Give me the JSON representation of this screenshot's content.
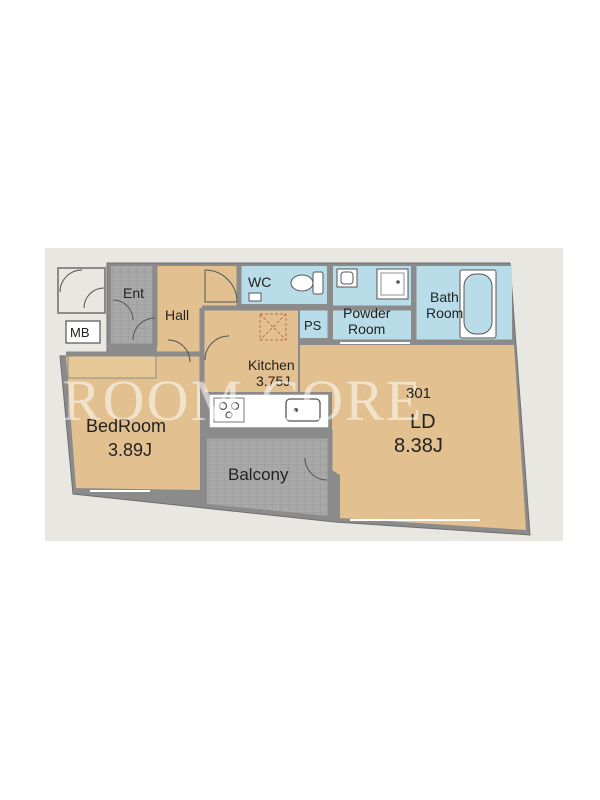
{
  "floorplan": {
    "unit_number": "301",
    "rooms": {
      "ent": "Ent",
      "hall": "Hall",
      "wc": "WC",
      "powder_room": [
        "Powder",
        "Room"
      ],
      "bath_room": [
        "Bath",
        "Room"
      ],
      "mb": "MB",
      "ps": "PS",
      "kitchen": {
        "name": "Kitchen",
        "size": "3.75J"
      },
      "bedroom": {
        "name": "BedRoom",
        "size": "3.89J"
      },
      "ld": {
        "name": "LD",
        "size": "8.38J"
      },
      "balcony": "Balcony"
    },
    "watermark": "ROOM CORE",
    "colors": {
      "wood": "#e2c08f",
      "wet_area": "#b9dce9",
      "tile": "#a7a7a7",
      "wall": "#8b8b8b",
      "background": "#e9e7e2"
    }
  }
}
